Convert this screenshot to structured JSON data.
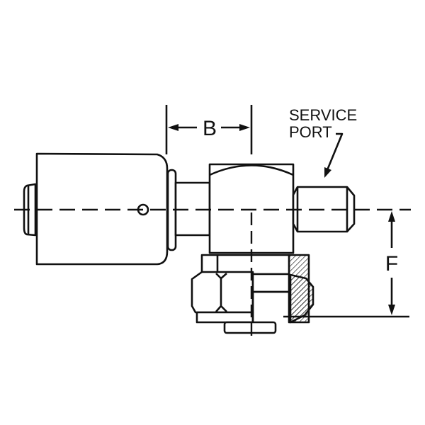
{
  "labels": {
    "dimension_b": "B",
    "dimension_f": "F",
    "service_line1": "SERVICE",
    "service_line2": "PORT"
  },
  "colors": {
    "ink": "#111111",
    "background": "#ffffff"
  }
}
